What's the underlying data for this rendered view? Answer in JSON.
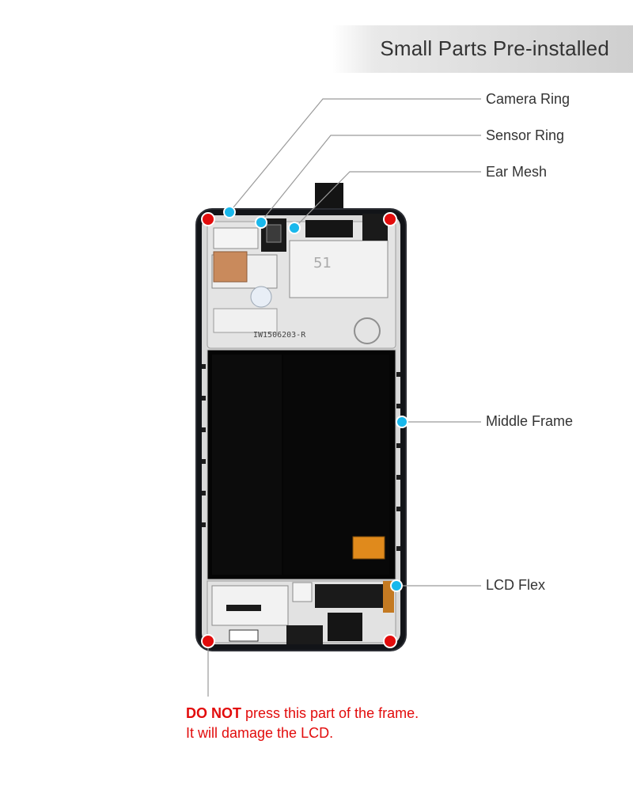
{
  "header": {
    "title": "Small Parts Pre-installed"
  },
  "callouts": {
    "camera_ring": "Camera Ring",
    "sensor_ring": "Sensor Ring",
    "ear_mesh": "Ear Mesh",
    "middle_frame": "Middle Frame",
    "lcd_flex": "LCD Flex"
  },
  "warning": {
    "emphasis": "DO NOT",
    "line1_rest": " press this part of the frame.",
    "line2": "It will damage the LCD."
  },
  "frame_serial": "IW1506203-R",
  "frame_stamp": "51",
  "colors": {
    "callout_dot": "#19b8ec",
    "warning_dot": "#e20c0c",
    "warning_text": "#e20c0c",
    "leader_line": "#9a9a9a",
    "label_text": "#333333"
  }
}
